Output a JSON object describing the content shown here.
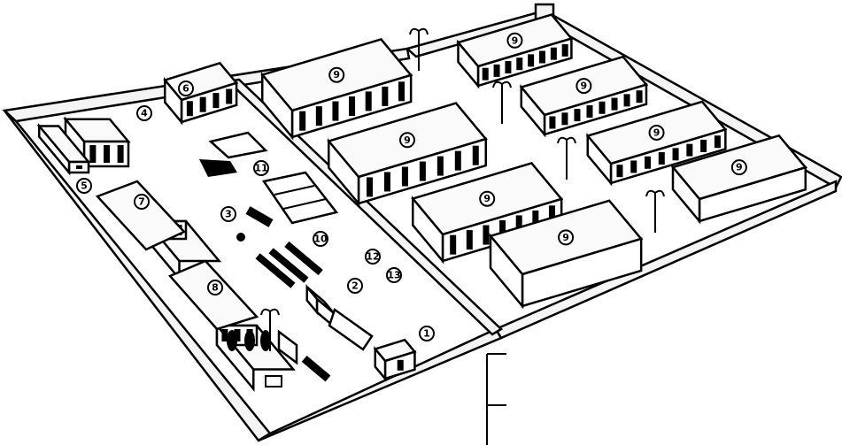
{
  "diagram": {
    "labels": {
      "guardhouse": "1",
      "vehicle": "2",
      "bench": "3",
      "hq": "4",
      "gate_office": "5",
      "building_top": "6",
      "building_left": "7",
      "building_lower": "8",
      "barracks": "9",
      "parallel_bars": "10",
      "parade_ground": "11",
      "pole_a": "12",
      "pole_b": "13"
    }
  }
}
